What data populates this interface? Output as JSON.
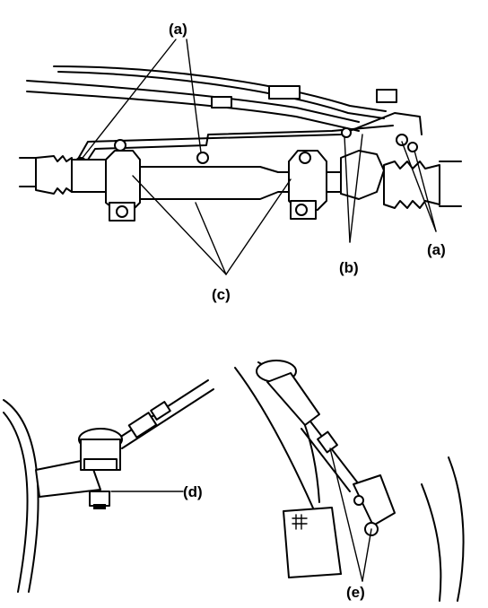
{
  "labels": {
    "a_top": "(a)",
    "a_right": "(a)",
    "b": "(b)",
    "c": "(c)",
    "d": "(d)",
    "e": "(e)"
  },
  "colors": {
    "ink": "#000000",
    "paper": "#ffffff"
  }
}
